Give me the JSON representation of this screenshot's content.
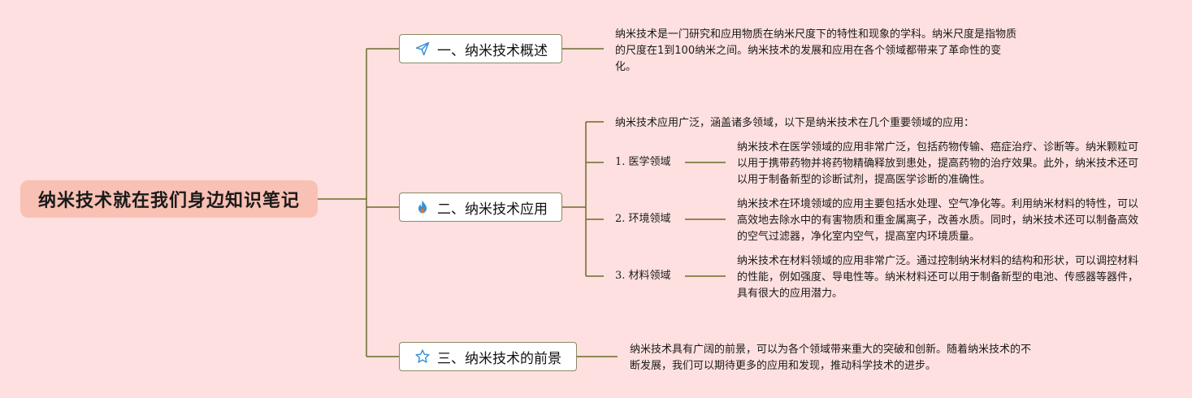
{
  "root": {
    "title": "纳米技术就在我们身边知识笔记"
  },
  "branches": [
    {
      "label": "一、纳米技术概述",
      "icon": "paper-plane-icon",
      "text": "纳米技术是一门研究和应用物质在纳米尺度下的特性和现象的学科。纳米尺度是指物质的尺度在1到100纳米之间。纳米技术的发展和应用在各个领域都带来了革命性的变化。"
    },
    {
      "label": "二、纳米技术应用",
      "icon": "flame-icon",
      "intro": "纳米技术应用广泛，涵盖诸多领域，以下是纳米技术在几个重要领域的应用：",
      "subs": [
        {
          "label": "1. 医学领域",
          "text": "纳米技术在医学领域的应用非常广泛，包括药物传输、癌症治疗、诊断等。纳米颗粒可以用于携带药物并将药物精确释放到患处，提高药物的治疗效果。此外，纳米技术还可以用于制备新型的诊断试剂，提高医学诊断的准确性。"
        },
        {
          "label": "2. 环境领域",
          "text": "纳米技术在环境领域的应用主要包括水处理、空气净化等。利用纳米材料的特性，可以高效地去除水中的有害物质和重金属离子，改善水质。同时，纳米技术还可以制备高效的空气过滤器，净化室内空气，提高室内环境质量。"
        },
        {
          "label": "3. 材料领域",
          "text": "纳米技术在材料领域的应用非常广泛。通过控制纳米材料的结构和形状，可以调控材料的性能，例如强度、导电性等。纳米材料还可以用于制备新型的电池、传感器等器件，具有很大的应用潜力。"
        }
      ]
    },
    {
      "label": "三、纳米技术的前景",
      "icon": "star-outline-icon",
      "text": "纳米技术具有广阔的前景，可以为各个领域带来重大的突破和创新。随着纳米技术的不断发展，我们可以期待更多的应用和发现，推动科学技术的进步。"
    }
  ],
  "colors": {
    "background": "#fde0df",
    "root_fill": "#f9c0b4",
    "connector": "#6b6b2a",
    "icon_blue": "#3a8fd9",
    "icon_orange": "#e8731a"
  }
}
